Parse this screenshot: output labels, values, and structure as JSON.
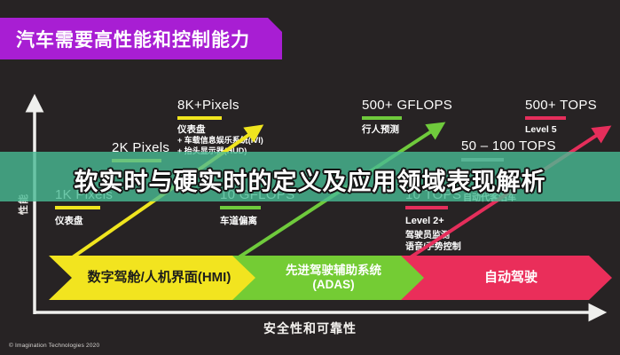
{
  "banner": {
    "title": "汽车需要高性能和控制能力"
  },
  "overlay_banner": {
    "title": "软实时与硬实时的定义及应用领域表现解析"
  },
  "axes": {
    "y_label": "性能",
    "x_label": "安全性和可靠性"
  },
  "colors": {
    "background": "#272324",
    "banner_magenta": "#a81ed3",
    "overlay_teal": "rgba(72,186,148,0.8)",
    "track_yellow": "#f0e51e",
    "track_green": "#6fca3c",
    "track_red": "#e52e5b",
    "underline_gray": "#9b9f9e",
    "axis_white": "#efefed"
  },
  "columns": {
    "pixels_1k": {
      "label": "1K Pixels",
      "item": "仪表盘"
    },
    "pixels_2k": {
      "label": "2K Pixels"
    },
    "pixels_8k": {
      "label": "8K+Pixels",
      "items": [
        "仪表盘",
        "+ 车载信息娱乐系统(IVI)",
        "+ 抬头显示器(HUD)"
      ]
    },
    "gflops_10": {
      "label": "10 GFLOPS",
      "item": "车道偏离"
    },
    "gflops_500": {
      "label": "500+ GFLOPS",
      "item": "行人预测"
    },
    "tops_10": {
      "label": "10 TOPS",
      "items": [
        "Level 2+",
        "驾驶员监测",
        "语音/手势控制"
      ]
    },
    "tops_50_100": {
      "label": "50 – 100 TOPS",
      "item": "自动代客泊车"
    },
    "tops_500": {
      "label": "500+ TOPS",
      "item": "Level 5"
    }
  },
  "chevrons": {
    "hmi": {
      "label": "数字驾舱/人机界面(HMI)"
    },
    "adas": {
      "line1": "先进驾驶辅助系统",
      "line2": "(ADAS)"
    },
    "autonomous": {
      "label": "自动驾驶"
    }
  },
  "footer": {
    "copyright": "© Imagination Technologies 2020"
  }
}
